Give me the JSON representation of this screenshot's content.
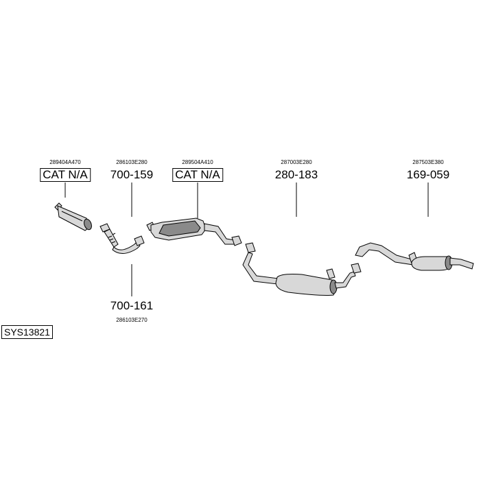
{
  "system_code": "SYS13821",
  "colors": {
    "part_fill": "#d8d8d8",
    "part_dark": "#8a8a8a",
    "stroke": "#000000"
  },
  "parts": [
    {
      "oem": "289404A470",
      "label": "CAT N/A",
      "boxed": true
    },
    {
      "oem": "286103E280",
      "label": "700-159",
      "boxed": false
    },
    {
      "oem": "289504A410",
      "label": "CAT N/A",
      "boxed": true
    },
    {
      "oem": "287003E280",
      "label": "280-183",
      "boxed": false
    },
    {
      "oem": "287503E380",
      "label": "169-059",
      "boxed": false
    },
    {
      "oem": "286103E270",
      "label": "700-161",
      "boxed": false
    }
  ]
}
